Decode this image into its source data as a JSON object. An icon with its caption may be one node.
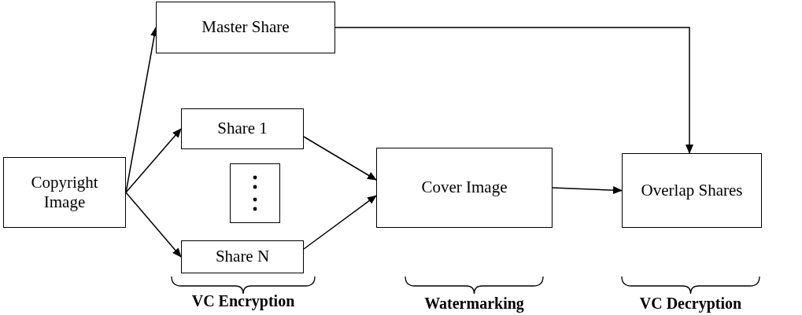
{
  "diagram": {
    "nodes": [
      {
        "text": [
          "Copyright Image"
        ]
      },
      {
        "text": [
          "Master Share"
        ]
      },
      {
        "text": [
          "Share 1"
        ]
      },
      {
        "text": [],
        "shape": "box"
      },
      {
        "text": [
          "Share N"
        ]
      },
      {
        "text": [
          "Cover Image"
        ]
      },
      {
        "text": [
          "Overlap Shares"
        ]
      }
    ],
    "edges": [
      {
        "from": 0,
        "to": 1,
        "arrow": "to"
      },
      {
        "from": 0,
        "to": 2,
        "arrow": "to"
      },
      {
        "from": 0,
        "to": 4,
        "arrow": "to"
      },
      {
        "from": 2,
        "to": 5,
        "arrow": "to"
      },
      {
        "from": 4,
        "to": 5,
        "arrow": "to"
      },
      {
        "from": 5,
        "to": 6,
        "arrow": "to"
      },
      {
        "from": 1,
        "to": 6,
        "arrow": "to"
      }
    ],
    "labels": [
      "VC Encryption",
      "Watermarking",
      "VC Decryption"
    ]
  }
}
